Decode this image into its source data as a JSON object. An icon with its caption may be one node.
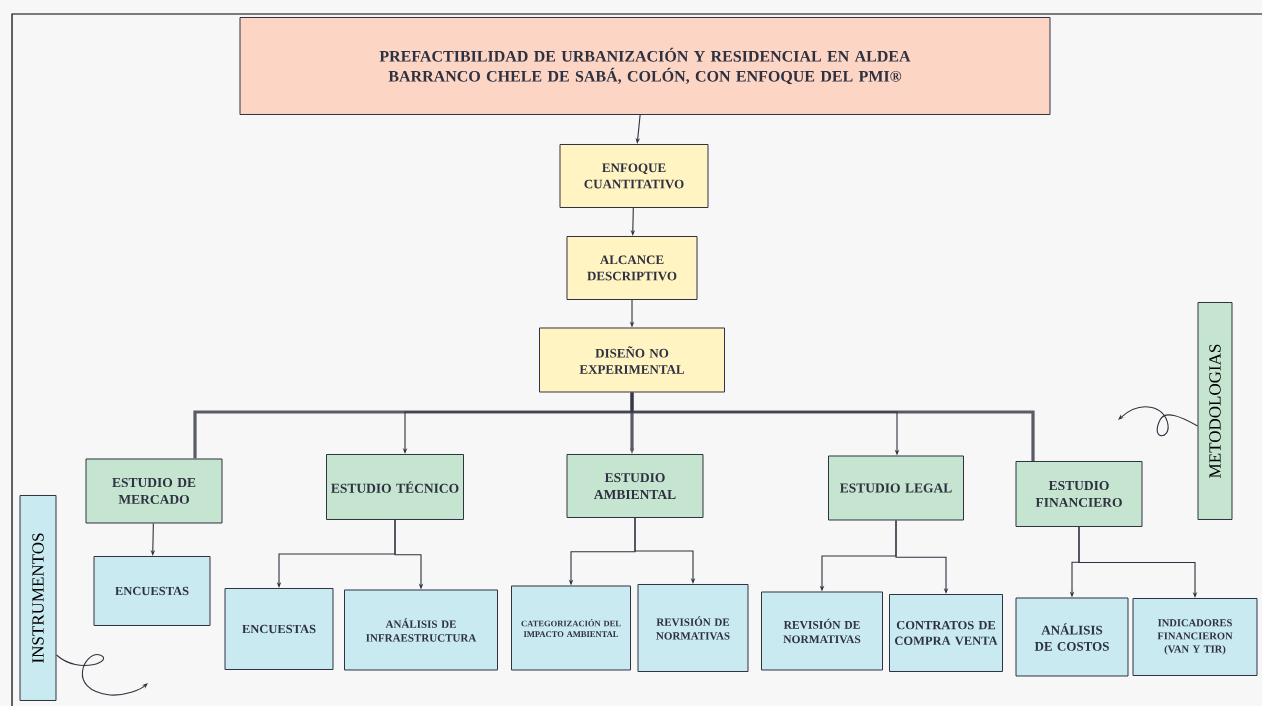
{
  "diagram": {
    "nodes": [
      {
        "text": [
          "PREFACTIBILIDAD DE URBANIZACIÓN Y RESIDENCIAL EN ALDEA BARRANCO CHELE DE SABÁ, COLÓN, CON ENFOQUE  DEL PMI®"
        ]
      },
      {
        "text": [
          "ENFOQUE CUANTITATIVO"
        ]
      },
      {
        "text": [
          "ALCANCE DESCRIPTIVO"
        ]
      },
      {
        "text": [
          "DISEÑO NO EXPERIMENTAL"
        ]
      },
      {
        "text": [
          "ESTUDIO DE MERCADO"
        ]
      },
      {
        "text": [
          "ESTUDIO TÉCNICO"
        ]
      },
      {
        "text": [
          "ESTUDIO AMBIENTAL"
        ]
      },
      {
        "text": [
          "ESTUDIO LEGAL"
        ]
      },
      {
        "text": [
          "ESTUDIO FINANCIERO"
        ]
      },
      {
        "text": [
          "ENCUESTAS"
        ]
      },
      {
        "text": [
          "ENCUESTAS"
        ]
      },
      {
        "text": [
          "ANÁLISIS DE INFRAESTRUCTURA"
        ]
      },
      {
        "text": [
          "CATEGORIZACIÓN DEL IMPACTO AMBIENTAL"
        ]
      },
      {
        "text": [
          "REVISIÓN DE NORMATIVAS"
        ]
      },
      {
        "text": [
          "REVISIÓN DE NORMATIVAS"
        ]
      },
      {
        "text": [
          "CONTRATOS DE COMPRA VENTA"
        ]
      },
      {
        "text": [
          "ANÁLISIS DE COSTOS"
        ]
      },
      {
        "text": [
          "INDICADORES FINANCIERON (VAN Y TIR)"
        ]
      },
      {
        "text": [
          "INSTRUMENTOS"
        ]
      },
      {
        "text": [
          "METODOLOGIAS"
        ]
      }
    ],
    "edges": [
      {
        "from": 0,
        "to": 1,
        "arrow": "to"
      },
      {
        "from": 1,
        "to": 2,
        "arrow": "to"
      },
      {
        "from": 2,
        "to": 3,
        "arrow": "to"
      },
      {
        "from": 3,
        "to": 4,
        "arrow": "none",
        "style": "thick"
      },
      {
        "from": 3,
        "to": 5,
        "arrow": "to"
      },
      {
        "from": 3,
        "to": 6,
        "arrow": "to",
        "style": "thick"
      },
      {
        "from": 3,
        "to": 7,
        "arrow": "to"
      },
      {
        "from": 3,
        "to": 8,
        "arrow": "none",
        "style": "thick"
      },
      {
        "from": 4,
        "to": 9,
        "arrow": "to"
      },
      {
        "from": 5,
        "to": 10,
        "arrow": "to"
      },
      {
        "from": 5,
        "to": 11,
        "arrow": "to"
      },
      {
        "from": 6,
        "to": 12,
        "arrow": "to"
      },
      {
        "from": 6,
        "to": 13,
        "arrow": "to"
      },
      {
        "from": 7,
        "to": 14,
        "arrow": "to"
      },
      {
        "from": 7,
        "to": 15,
        "arrow": "to"
      },
      {
        "from": 8,
        "to": 16,
        "arrow": "to"
      },
      {
        "from": 8,
        "to": 17,
        "arrow": "to"
      },
      {
        "from": 18,
        "to": null,
        "arrow": "to"
      },
      {
        "from": 19,
        "to": null,
        "arrow": "to"
      }
    ]
  }
}
